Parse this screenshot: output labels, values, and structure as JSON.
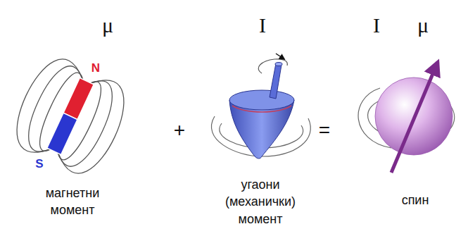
{
  "diagram": {
    "labels": [
      "μ",
      "I",
      "I",
      "μ",
      "N",
      "S",
      "+",
      "=",
      "магнетни момент",
      "угаони (механички) момент",
      "спин"
    ]
  }
}
